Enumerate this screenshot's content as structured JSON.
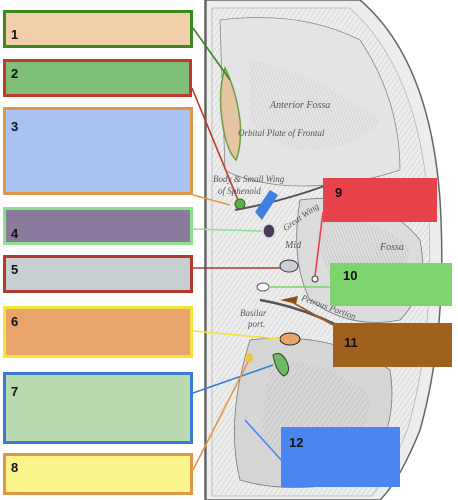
{
  "labels": [
    {
      "num": "1",
      "fill": "#f2cfaa",
      "border": "#3a8a1f"
    },
    {
      "num": "2",
      "fill": "#7fbf7a",
      "border": "#c0392b"
    },
    {
      "num": "3",
      "fill": "#a9c2f2",
      "border": "#e0954a"
    },
    {
      "num": "4",
      "fill": "#8b7a9e",
      "border": "#8fe08a"
    },
    {
      "num": "5",
      "fill": "#c8cfd3",
      "border": "#b03a2e"
    },
    {
      "num": "6",
      "fill": "#e9a46b",
      "border": "#f5e23a"
    },
    {
      "num": "7",
      "fill": "#b9d9b0",
      "border": "#3a7bd5"
    },
    {
      "num": "8",
      "fill": "#fcf58b",
      "border": "#e0954a"
    },
    {
      "num": "9",
      "fill": "#e8434b",
      "border": "#e8434b"
    },
    {
      "num": "10",
      "fill": "#7ed36f",
      "border": "#7ed36f"
    },
    {
      "num": "11",
      "fill": "#a0601e",
      "border": "#a0601e"
    },
    {
      "num": "12",
      "fill": "#4a86f0",
      "border": "#4a86f0"
    }
  ],
  "engraving_text": {
    "anterior_fossa": "Anterior Fossa",
    "orbital_plate": "Orbital Plate of Frontal",
    "body_small_wing": "Body & Small Wing",
    "of_sphenoid": "of Sphenoid",
    "great_wing": "Great Wing",
    "fossa": "Fossa",
    "middle": "Mid",
    "petrous": "Petrous Portion",
    "basilar": "Basilar",
    "port": "port."
  }
}
